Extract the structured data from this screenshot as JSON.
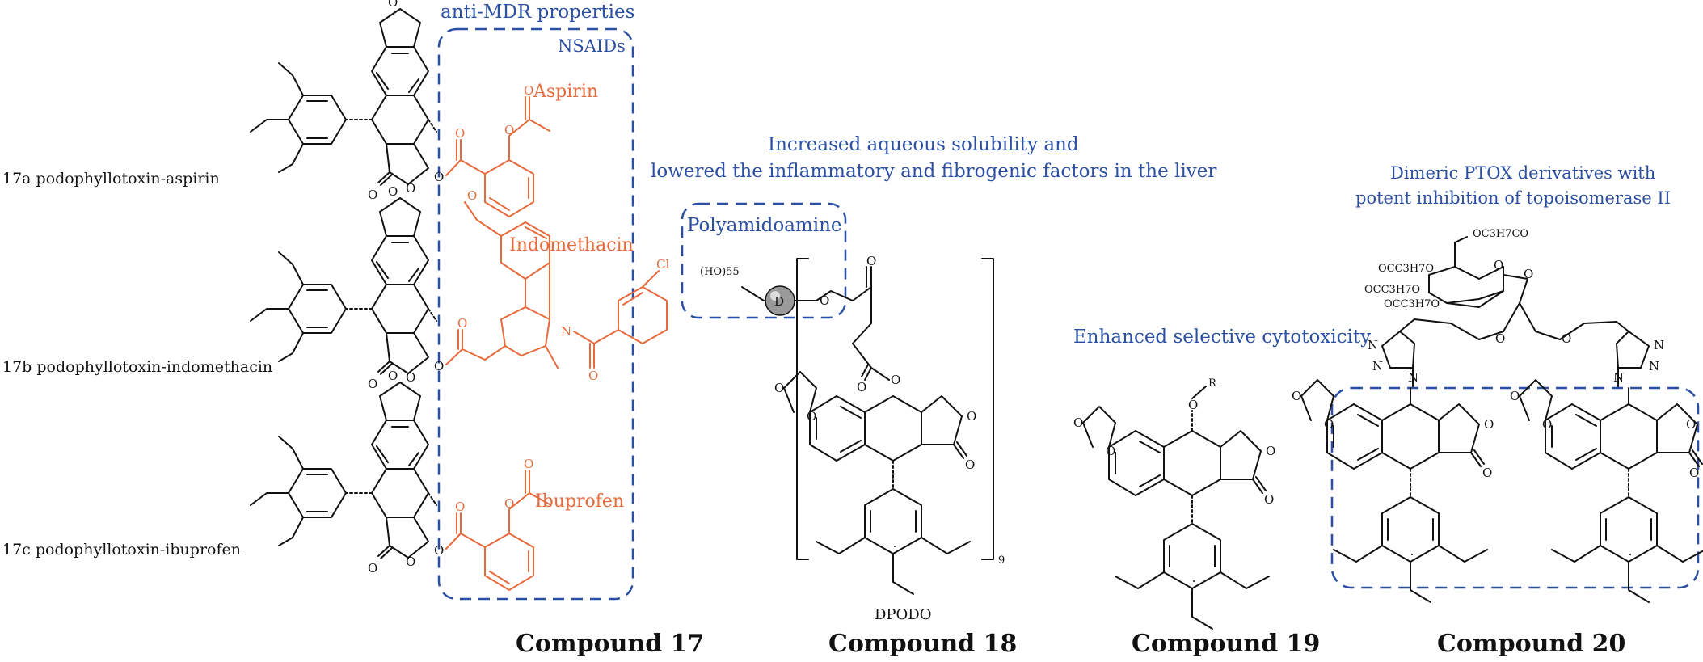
{
  "compound17": {
    "header": "anti-MDR properties",
    "box_label": "NSAIDs",
    "conjugates": [
      {
        "name": "17a podophyllotoxin-aspirin",
        "drug": "Aspirin"
      },
      {
        "name": "17b podophyllotoxin-indomethacin",
        "drug": "Indomethacin"
      },
      {
        "name": "17c podophyllotoxin-ibuprofen",
        "drug": "Ibuprofen"
      }
    ],
    "caption": "Compound 17"
  },
  "compound18": {
    "header_line1": "Increased aqueous solubility and",
    "header_line2": "lowered the inflammatory and fibrogenic factors in the liver",
    "box_label": "Polyamidoamine",
    "dendrimer_label": "(HO)55",
    "core_label": "D",
    "repeat_label": "9",
    "name": "DPODO",
    "caption": "Compound 18"
  },
  "compound19": {
    "header": "Enhanced selective cytotoxicity",
    "r_group": "R",
    "caption": "Compound 19"
  },
  "compound20": {
    "header_line1": "Dimeric PTOX derivatives with",
    "header_line2": "potent inhibition of topoisomerase II",
    "sugar_labels": [
      "OC3H7CO",
      "OCC3H7O",
      "OCC3H7O",
      "OCC3H7O"
    ],
    "caption": "Compound 20"
  },
  "atoms": {
    "oxygen": "O",
    "nitrogen": "N",
    "chlorine": "Cl"
  },
  "colors": {
    "blue": "#2b4fa2",
    "orange": "#e56a3c",
    "black": "#111111"
  }
}
